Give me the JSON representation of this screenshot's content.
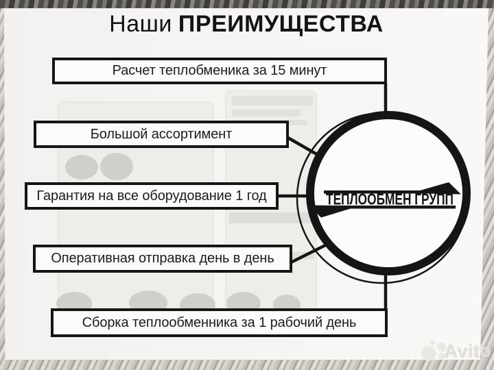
{
  "title": {
    "normal": "Наши",
    "bold": "ПРЕИМУЩЕСТВА"
  },
  "advantages": [
    "Расчет теплобменика за 15 минут",
    "Большой ассортимент",
    "Гарантия на все оборудование 1 год",
    "Оперативная отправка день в день",
    "Сборка теплообменника за 1 рабочий день"
  ],
  "logo": {
    "name": "ТЕПЛООБМЕН ГРУПП"
  },
  "watermark": {
    "brand": "Avito"
  },
  "colors": {
    "ink": "#151515",
    "paper": "#f6f5f3"
  }
}
